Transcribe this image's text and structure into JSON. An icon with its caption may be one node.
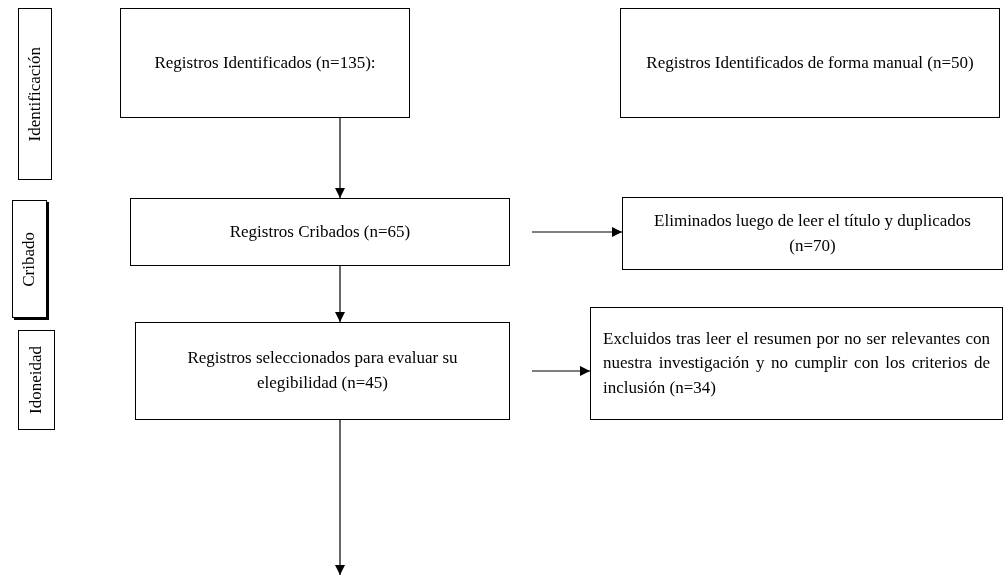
{
  "diagram": {
    "nodes": [
      {
        "text": [
          "Identificación"
        ]
      },
      {
        "text": [
          "Registros Identificados (n=135):"
        ]
      },
      {
        "text": [
          "Registros Identificados de forma manual (n=50)"
        ]
      },
      {
        "text": [
          "Cribado"
        ]
      },
      {
        "text": [
          "Registros Cribados (n=65)"
        ]
      },
      {
        "text": [
          "Eliminados luego de leer el título y duplicados (n=70)"
        ]
      },
      {
        "text": [
          "Idoneidad"
        ]
      },
      {
        "text": [
          "Registros seleccionados para evaluar su elegibilidad (n=45)"
        ]
      },
      {
        "text": [
          "Excluidos tras leer el resumen por no ser relevantes con nuestra investigación y no cumplir con los criterios de inclusión (n=34)"
        ]
      }
    ],
    "edges": [
      {
        "from": 1,
        "to": 4,
        "arrow": "to"
      },
      {
        "from": 4,
        "to": 5,
        "arrow": "to"
      },
      {
        "from": 4,
        "to": 7,
        "arrow": "to"
      },
      {
        "from": 7,
        "to": 8,
        "arrow": "to"
      },
      {
        "from": 7,
        "to": null,
        "arrow": "to"
      }
    ]
  }
}
